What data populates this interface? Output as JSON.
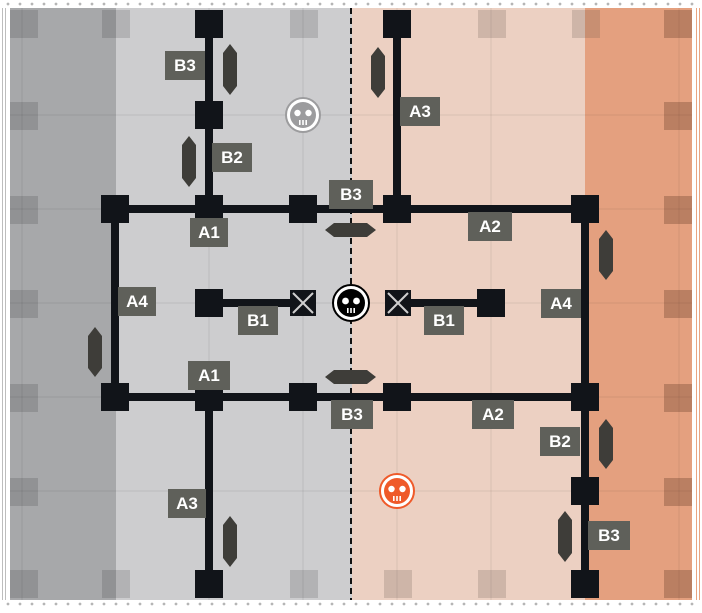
{
  "map": {
    "colors": {
      "left_outer": "#a7a8aa",
      "left_inner": "#cdcdcf",
      "right_inner": "#ecd0c2",
      "right_outer": "#e4a07f",
      "wall": "#111419",
      "label_bg": "#5f605a",
      "label_text": "#ffffff",
      "cover": "#3e3d39",
      "gray_spawn": "#9c9c9e",
      "orange_spawn": "#ef5a2a",
      "center_icon": "#000000"
    },
    "spawns": [
      {
        "name": "gray-team-spawn",
        "icon": "skull-icon",
        "team": "gray"
      },
      {
        "name": "center-objective",
        "icon": "skull-icon",
        "team": "neutral"
      },
      {
        "name": "orange-team-spawn",
        "icon": "skull-icon",
        "team": "orange"
      }
    ],
    "labels": [
      "B3",
      "A3",
      "B2",
      "B3",
      "A1",
      "A2",
      "A4",
      "B1",
      "B1",
      "A4",
      "A1",
      "B3",
      "A2",
      "B2",
      "A3",
      "B3"
    ]
  }
}
